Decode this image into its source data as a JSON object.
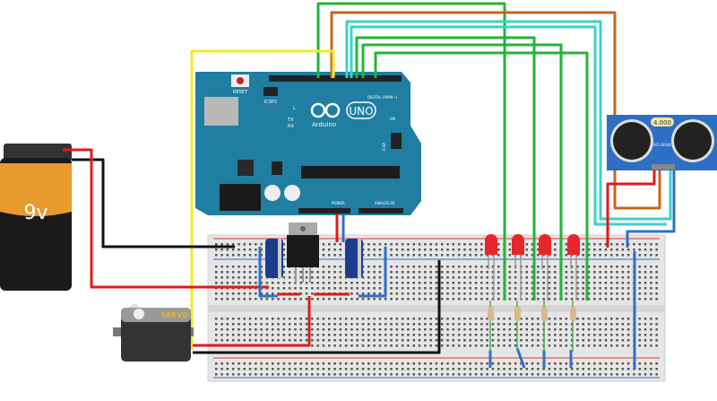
{
  "battery": {
    "label": "9v"
  },
  "servo": {
    "label": "SERVO"
  },
  "arduino": {
    "logo": "Arduino",
    "model": "UNO",
    "reset": "RESET",
    "icsp2": "ICSP2",
    "icsp": "ICSP",
    "led_l": "L",
    "tx": "TX",
    "rx": "RX",
    "on": "ON",
    "digital": "DIGITAL (PWM~)",
    "power": "POWER",
    "analog": "ANALOG IN"
  },
  "sensor": {
    "model": "HC-SR04",
    "crystal": "4.000"
  },
  "colors": {
    "arduino": "#1f7ea1",
    "sensor": "#2d6fc4",
    "wire_green": "#25b33a",
    "wire_orange": "#c8641c",
    "wire_cyan": "#3fd1c8",
    "wire_yellow": "#f2ea2a",
    "wire_red": "#e01b1b",
    "wire_blue": "#2f6fc8",
    "led": "#e8262a"
  }
}
